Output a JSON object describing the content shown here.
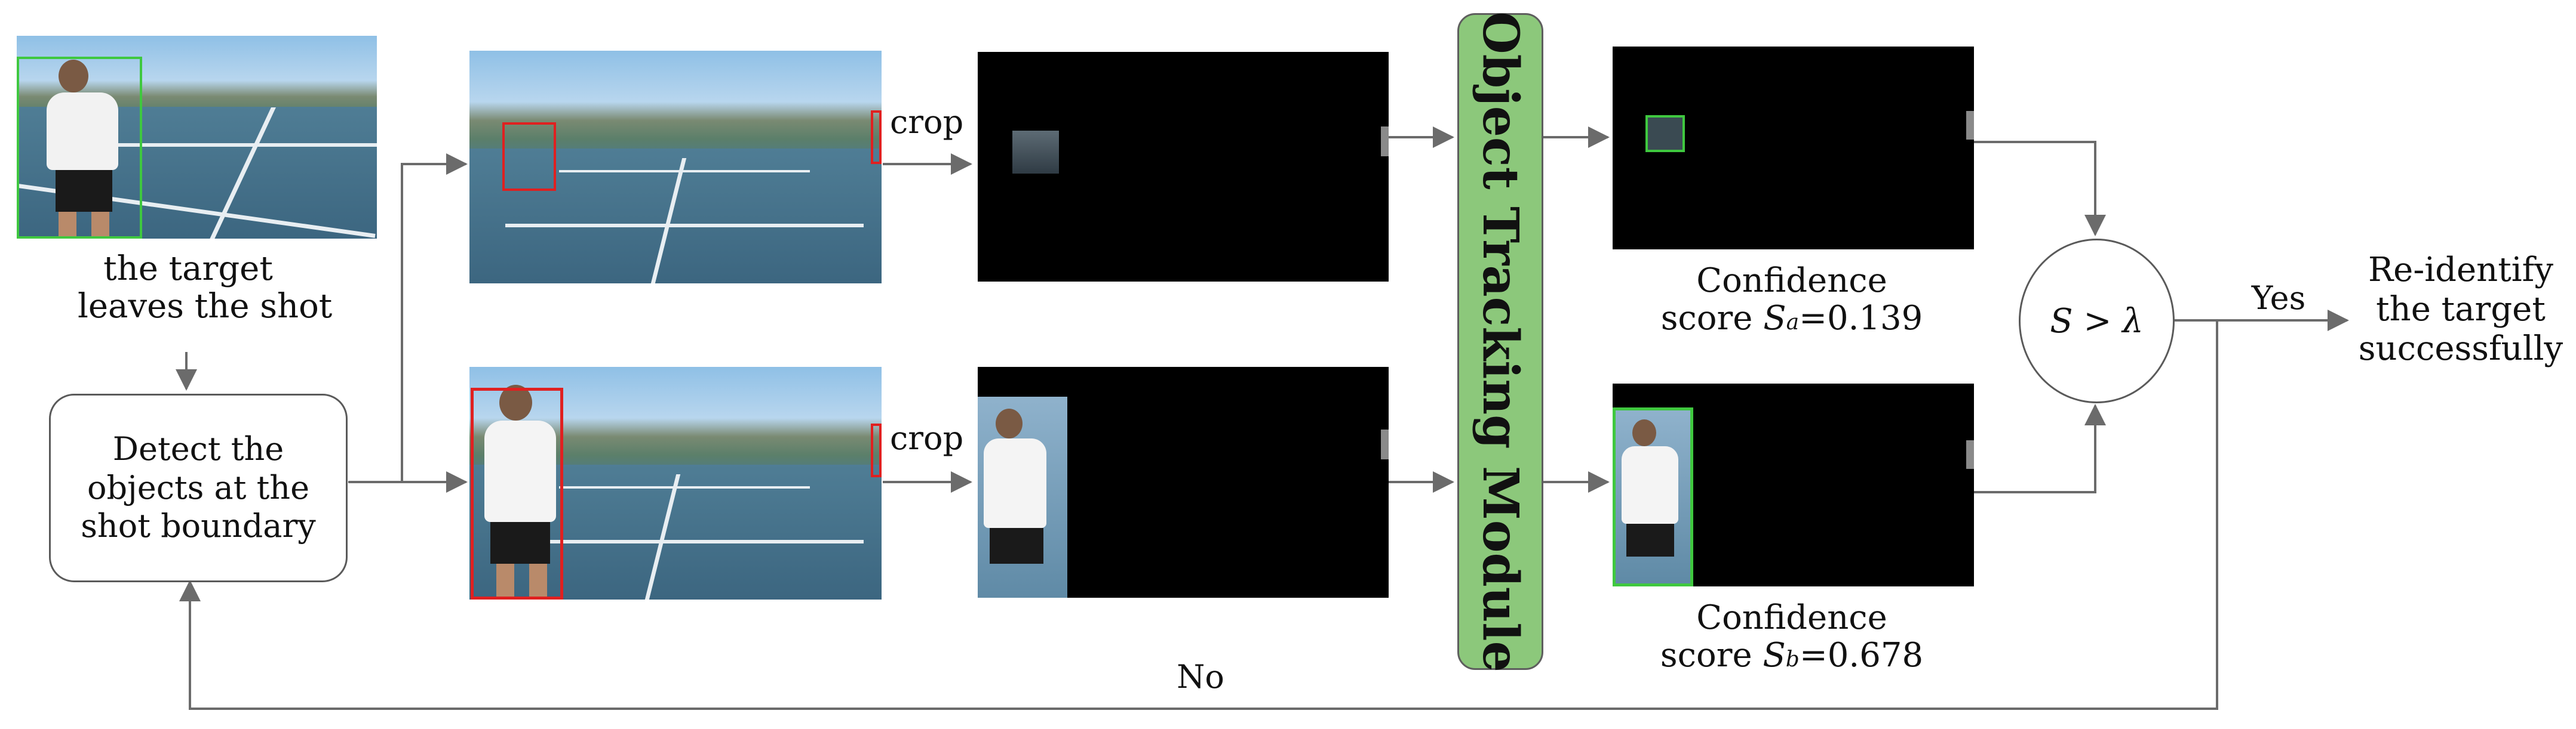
{
  "labels": {
    "target_leaves_line1": "the target",
    "target_leaves_line2": "leaves the shot",
    "detect_line1": "Detect the",
    "detect_line2": "objects at the",
    "detect_line3": "shot boundary",
    "crop_top": "crop",
    "crop_bottom": "crop",
    "module": "Object Tracking Module",
    "conf_a_line1": "Confidence",
    "conf_a_prefix": "score ",
    "conf_a_symbol": "S",
    "conf_a_sub": "a",
    "conf_a_value": "=0.139",
    "conf_b_line1": "Confidence",
    "conf_b_prefix": "score ",
    "conf_b_symbol": "S",
    "conf_b_sub": "b",
    "conf_b_value": "=0.678",
    "cond_s": "S",
    "cond_op": " > ",
    "cond_lambda": "λ",
    "yes": "Yes",
    "no": "No",
    "result_line1": "Re-identify",
    "result_line2": "the target",
    "result_line3": "successfully"
  },
  "colors": {
    "arrow": "#6b6b6b",
    "module_fill": "#8cc87b",
    "green_box": "#3fc83f",
    "red_box": "#e02020"
  }
}
